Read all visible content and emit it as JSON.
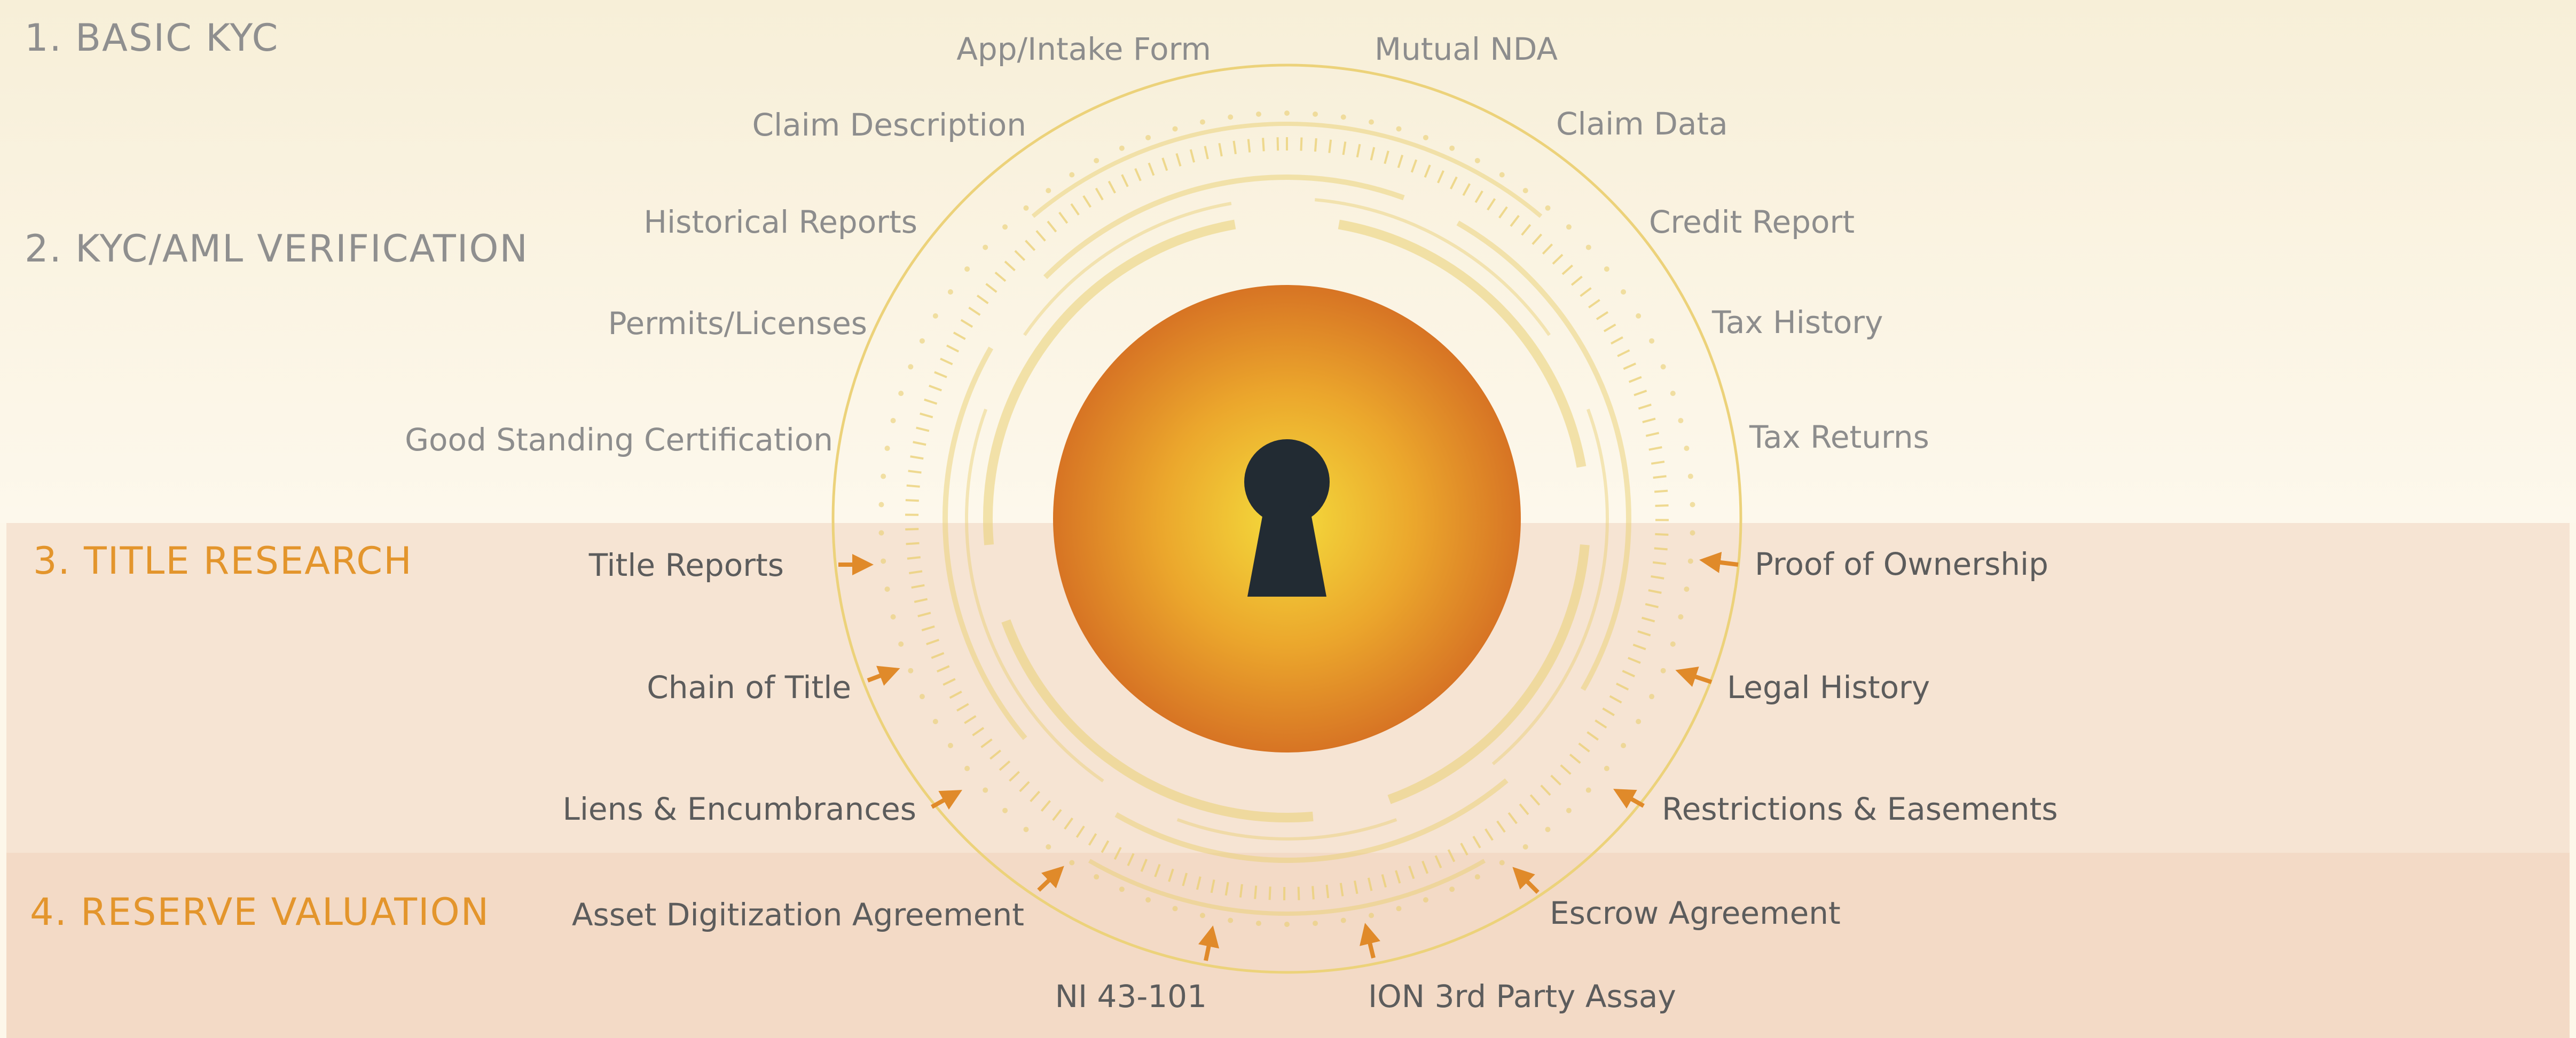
{
  "sections": {
    "basic_kyc": "1. BASIC KYC",
    "kyc_aml": "2. KYC/AML VERIFICATION",
    "title_research": "3. TITLE RESEARCH",
    "reserve_valuation": "4. RESERVE VALUATION"
  },
  "documents": {
    "app_intake": "App/Intake Form",
    "mutual_nda": "Mutual NDA",
    "claim_description": "Claim Description",
    "claim_data": "Claim Data",
    "historical_reports": "Historical Reports",
    "credit_report": "Credit Report",
    "permits_licenses": "Permits/Licenses",
    "tax_history": "Tax History",
    "good_standing": "Good Standing Certification",
    "tax_returns": "Tax Returns",
    "title_reports": "Title Reports",
    "proof_of_ownership": "Proof of Ownership",
    "chain_of_title": "Chain of Title",
    "legal_history": "Legal History",
    "liens": "Liens & Encumbrances",
    "restrictions": "Restrictions & Easements",
    "asset_digitization": "Asset Digitization Agreement",
    "escrow_agreement": "Escrow Agreement",
    "ni_43_101": "NI 43-101",
    "ion_assay": "ION 3rd Party Assay"
  },
  "colors": {
    "accent_orange": "#e3952c",
    "arrow_orange": "#e08a2a",
    "ring_gold": "#e9cf72",
    "keyhole": "#222b33",
    "label_grey": "#8d8d8d",
    "label_dark": "#5c5c5c"
  },
  "icons": [
    "keyhole-icon",
    "arrow-icon"
  ]
}
